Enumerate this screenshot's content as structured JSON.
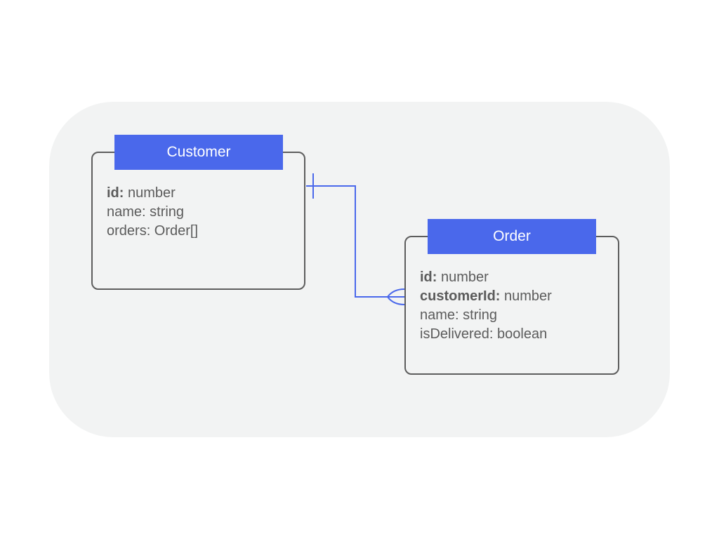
{
  "colors": {
    "header": "#4a68eb",
    "panel": "#f2f3f3",
    "border": "#5d5d5d",
    "text": "#5b5b5b",
    "connector": "#4a68eb"
  },
  "entities": [
    {
      "title": "Customer",
      "fields": [
        {
          "name": "id:",
          "type": " number",
          "key": true
        },
        {
          "name": "name:",
          "type": " string",
          "key": false
        },
        {
          "name": "orders:",
          "type": " Order[]",
          "key": false
        }
      ]
    },
    {
      "title": "Order",
      "fields": [
        {
          "name": "id:",
          "type": " number",
          "key": true
        },
        {
          "name": "customerId:",
          "type": " number",
          "key": true
        },
        {
          "name": "name:",
          "type": " string",
          "key": false
        },
        {
          "name": "isDelivered:",
          "type": " boolean",
          "key": false
        }
      ]
    }
  ],
  "relationship": {
    "from_cardinality": "one",
    "to_cardinality": "many"
  }
}
